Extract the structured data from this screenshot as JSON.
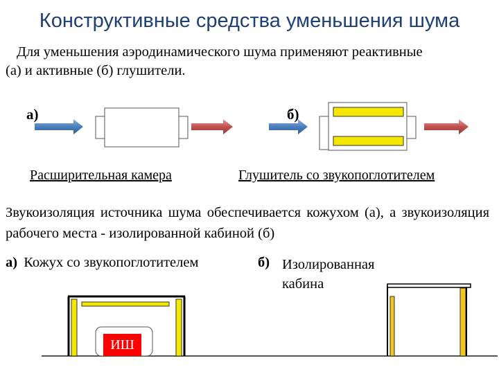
{
  "slide": {
    "title": "Конструктивные средства уменьшения шума",
    "intro": {
      "line1": "Для уменьшения  аэродинамического шума применяют реактивные",
      "line2": "(а) и активные (б) глушители."
    },
    "muffler_a": {
      "label": "а)",
      "caption": "Расширительная камера"
    },
    "muffler_b": {
      "label": "б)",
      "caption": "Глушитель со звукопоглотителем"
    },
    "soundproofing_text": "Звукоизоляция источника шума обеспечивается кожухом (а), а звукоизоляция рабочего места - изолированной кабиной (б)",
    "enclosure_a": {
      "label": "а)",
      "caption": "Кожух со звукопоглотителем",
      "source_label": "ИШ"
    },
    "enclosure_b": {
      "label": "б)",
      "caption_line1": "Изолированная",
      "caption_line2": "кабина"
    },
    "colors": {
      "title": "#1f3f78",
      "inlet_arrow": "#4a7ebb",
      "outlet_arrow": "#c0504d",
      "absorber": "#f5e800",
      "cabin_wall": "#f2c61f",
      "noise_source": "#ff0000"
    }
  }
}
